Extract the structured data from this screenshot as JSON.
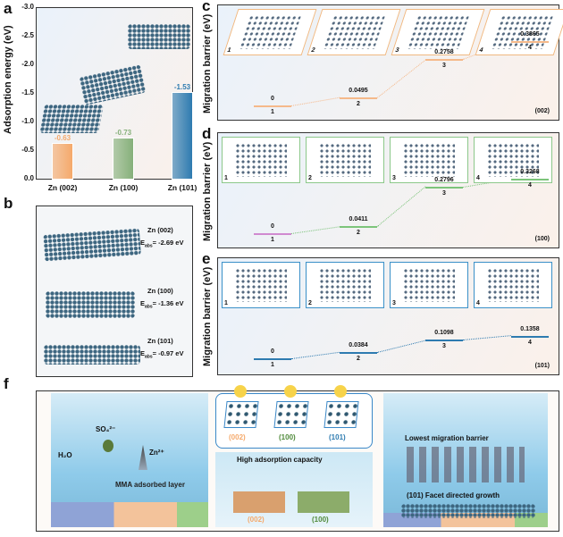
{
  "panel_labels": [
    "a",
    "b",
    "c",
    "d",
    "e",
    "f"
  ],
  "chart_data": {
    "type": "bar",
    "ylabel": "Adsorption energy (eV)",
    "ylim": [
      0,
      -3.0
    ],
    "yticks": [
      "-3.0",
      "-2.5",
      "-2.0",
      "-1.5",
      "-1.0",
      "-0.5",
      "0.0"
    ],
    "categories": [
      "Zn (002)",
      "Zn (100)",
      "Zn (101)"
    ],
    "values": [
      -0.63,
      -0.73,
      -1.53
    ],
    "value_labels": [
      "-0.63",
      "-0.73",
      "-1.53"
    ],
    "colors": [
      "#f5a96b",
      "#86b07a",
      "#2e7bb0"
    ]
  },
  "panel_b": [
    {
      "facet": "Zn (002)",
      "energy_prefix": "E",
      "energy_sub": "abs",
      "energy_value": "= -2.69 eV"
    },
    {
      "facet": "Zn (100)",
      "energy_prefix": "E",
      "energy_sub": "abs",
      "energy_value": "= -1.36 eV"
    },
    {
      "facet": "Zn (101)",
      "energy_prefix": "E",
      "energy_sub": "abs",
      "energy_value": "= -0.97 eV"
    }
  ],
  "migration": [
    {
      "ylabel": "Migration barrier (eV)",
      "facet": "(002)",
      "color": "#f5b98a",
      "states": [
        "1",
        "2",
        "3",
        "4"
      ],
      "values": [
        "0",
        "0.0495",
        "0.2758",
        "0.3865"
      ],
      "nums": [
        0,
        0.0495,
        0.2758,
        0.3865
      ]
    },
    {
      "ylabel": "Migration barrier (eV)",
      "facet": "(100)",
      "color": "#d08ad0",
      "color2": "#7cc47a",
      "states": [
        "1",
        "2",
        "3",
        "4"
      ],
      "values": [
        "0",
        "0.0411",
        "0.2796",
        "0.3268"
      ],
      "nums": [
        0,
        0.0411,
        0.2796,
        0.3268
      ]
    },
    {
      "ylabel": "Migration barrier (eV)",
      "facet": "(101)",
      "color": "#2e7bb0",
      "states": [
        "1",
        "2",
        "3",
        "4"
      ],
      "values": [
        "0",
        "0.0384",
        "0.1098",
        "0.1358"
      ],
      "nums": [
        0,
        0.0384,
        0.1098,
        0.1358
      ]
    }
  ],
  "panel_f": {
    "h2o": "H₂O",
    "so4": "SO₄²⁻",
    "zn": "Zn²⁺",
    "mma_layer": "MMA adsorbed layer",
    "facets": [
      {
        "label": "(002)",
        "color": "#f5a96b"
      },
      {
        "label": "(100)",
        "color": "#4f8a3a"
      },
      {
        "label": "(101)",
        "color": "#2e7bb0"
      }
    ],
    "high_adsorption": "High adsorption capacity",
    "slab_labels": [
      "(002)",
      "(100)"
    ],
    "lowest_barrier": "Lowest migration barrier",
    "facet_growth": "(101) Facet directed growth"
  }
}
